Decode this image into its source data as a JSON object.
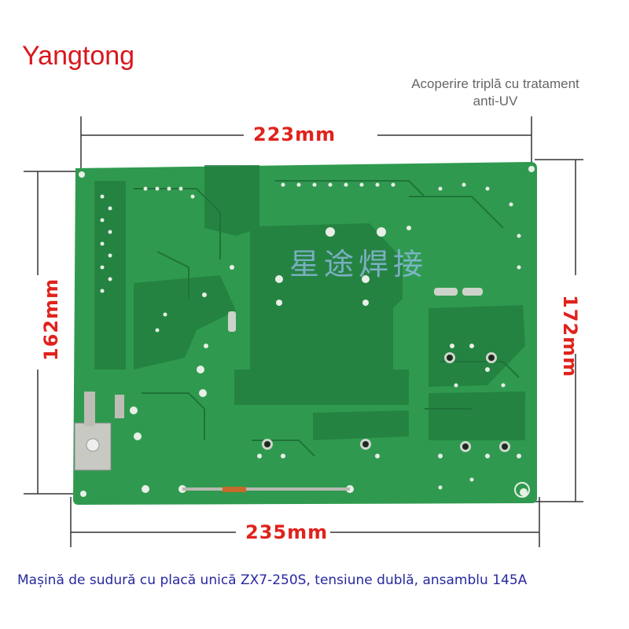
{
  "brand": "Yangtong",
  "coating_note": "Acoperire triplă cu tratament anti-UV",
  "dimensions": {
    "top": "223mm",
    "bottom": "235mm",
    "left": "162mm",
    "right": "172mm"
  },
  "watermark": "星途焊接",
  "caption": "Mașină de sudură cu placă unică ZX7-250S, tensiune dublă, ansamblu 145A",
  "colors": {
    "pcb_green": "#2f9a4f",
    "pcb_dark": "#227a3d",
    "dimension_red": "#e0221c",
    "brand_red": "#d9161c",
    "caption_blue": "#2828a0"
  }
}
